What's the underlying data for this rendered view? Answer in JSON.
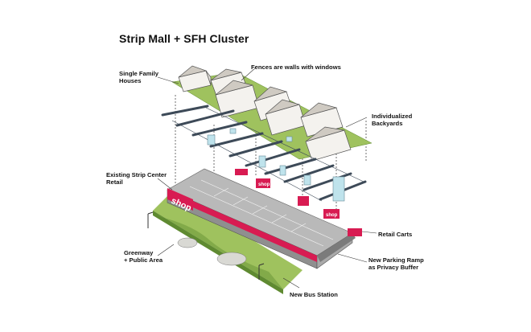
{
  "title": "Strip Mall + SFH Cluster",
  "labels": {
    "single_family_houses": [
      "Single Family",
      "Houses"
    ],
    "fences": "Fences are walls with windows",
    "backyards": [
      "Individualized",
      "Backyards"
    ],
    "strip_center": [
      "Existing Strip Center",
      "Retail"
    ],
    "retail_carts": "Retail Carts",
    "greenway": [
      "Greenway",
      "+ Public Area"
    ],
    "parking_ramp": [
      "New Parking Ramp",
      "as Privacy Buffer"
    ],
    "bus_station": "New Bus Station"
  },
  "signs": {
    "main": "shop",
    "small_1": "shop",
    "small_2": "shop"
  },
  "colors": {
    "accent": "#d81b52",
    "lawn": "#9fc25e",
    "lawn_dark": "#5f8a31",
    "pergola": "#3d4a58",
    "glass": "#bfe3ec",
    "roof": "#cfcac2",
    "parking": "#b9b9b9"
  }
}
